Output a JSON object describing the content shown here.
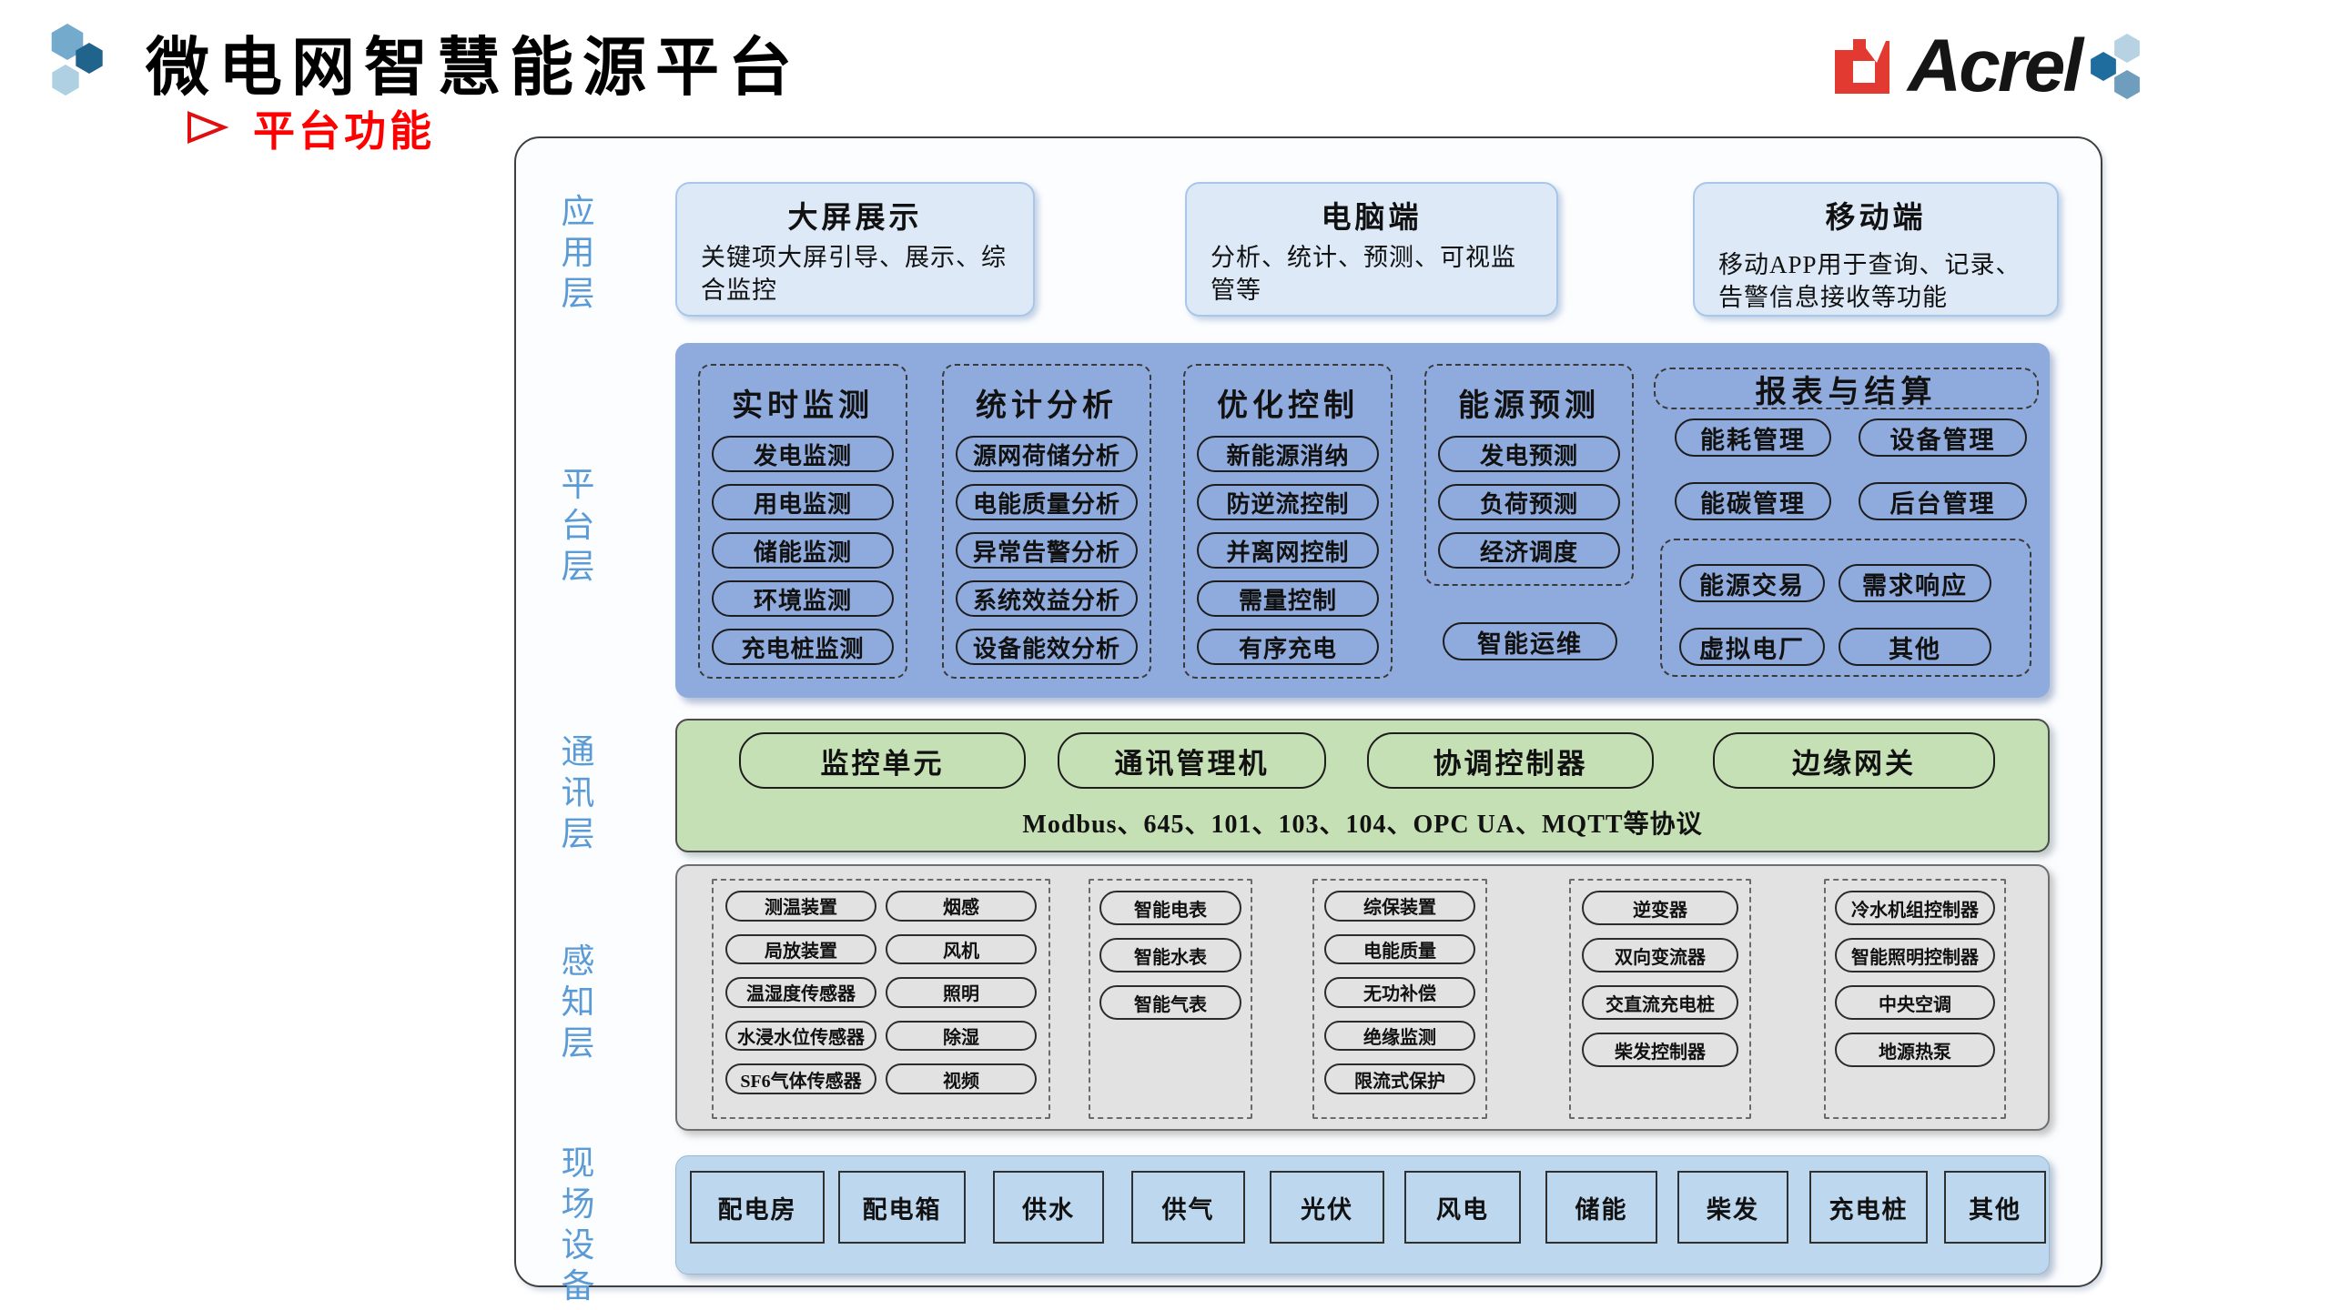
{
  "header": {
    "title": "微电网智慧能源平台",
    "bullet": "平台功能",
    "logo": "Acrel"
  },
  "application": {
    "label": "应用层",
    "boxes": [
      {
        "title": "大屏展示",
        "desc": "关键项大屏引导、展示、综合监控"
      },
      {
        "title": "电脑端",
        "desc": "分析、统计、预测、可视监管等"
      },
      {
        "title": "移动端",
        "desc": "移动APP用于查询、记录、告警信息接收等功能"
      }
    ]
  },
  "platform": {
    "label": "平台层",
    "columns": [
      {
        "title": "实时监测",
        "items": [
          "发电监测",
          "用电监测",
          "储能监测",
          "环境监测",
          "充电桩监测"
        ]
      },
      {
        "title": "统计分析",
        "items": [
          "源网荷储分析",
          "电能质量分析",
          "异常告警分析",
          "系统效益分析",
          "设备能效分析"
        ]
      },
      {
        "title": "优化控制",
        "items": [
          "新能源消纳",
          "防逆流控制",
          "并离网控制",
          "需量控制",
          "有序充电"
        ]
      },
      {
        "title": "能源预测",
        "items": [
          "发电预测",
          "负荷预测",
          "经济调度"
        ]
      }
    ],
    "standalone_pill": "智能运维",
    "report": {
      "title": "报表与结算",
      "pills": [
        "能耗管理",
        "设备管理",
        "能碳管理",
        "后台管理"
      ],
      "boxed_pills": [
        "能源交易",
        "需求响应",
        "虚拟电厂",
        "其他"
      ]
    }
  },
  "communication": {
    "label": "通讯层",
    "pills": [
      "监控单元",
      "通讯管理机",
      "协调控制器",
      "边缘网关"
    ],
    "protocols": "Modbus、645、101、103、104、OPC UA、MQTT等协议"
  },
  "perception": {
    "label": "感知层",
    "groups": [
      {
        "columns": [
          [
            "测温装置",
            "局放装置",
            "温湿度传感器",
            "水浸水位传感器",
            "SF6气体传感器"
          ],
          [
            "烟感",
            "风机",
            "照明",
            "除湿",
            "视频"
          ]
        ]
      },
      {
        "columns": [
          [
            "智能电表",
            "智能水表",
            "智能气表"
          ]
        ]
      },
      {
        "columns": [
          [
            "综保装置",
            "电能质量",
            "无功补偿",
            "绝缘监测",
            "限流式保护"
          ]
        ]
      },
      {
        "columns": [
          [
            "逆变器",
            "双向变流器",
            "交直流充电桩",
            "柴发控制器"
          ]
        ]
      },
      {
        "columns": [
          [
            "冷水机组控制器",
            "智能照明控制器",
            "中央空调",
            "地源热泵"
          ]
        ]
      }
    ]
  },
  "field": {
    "label": "现场设备",
    "devices": [
      "配电房",
      "配电箱",
      "供水",
      "供气",
      "光伏",
      "风电",
      "储能",
      "柴发",
      "充电桩",
      "其他"
    ]
  },
  "colors": {
    "platform_blue": "#8faadc",
    "communication_green": "#c6e0b5",
    "perception_gray": "#e2e2e2",
    "field_blue": "#bdd7ee",
    "app_box_blue": "#dde9f7",
    "label_blue": "#5b9bd5",
    "bullet_red": "#fe0000",
    "logo_red": "#e23a30"
  }
}
